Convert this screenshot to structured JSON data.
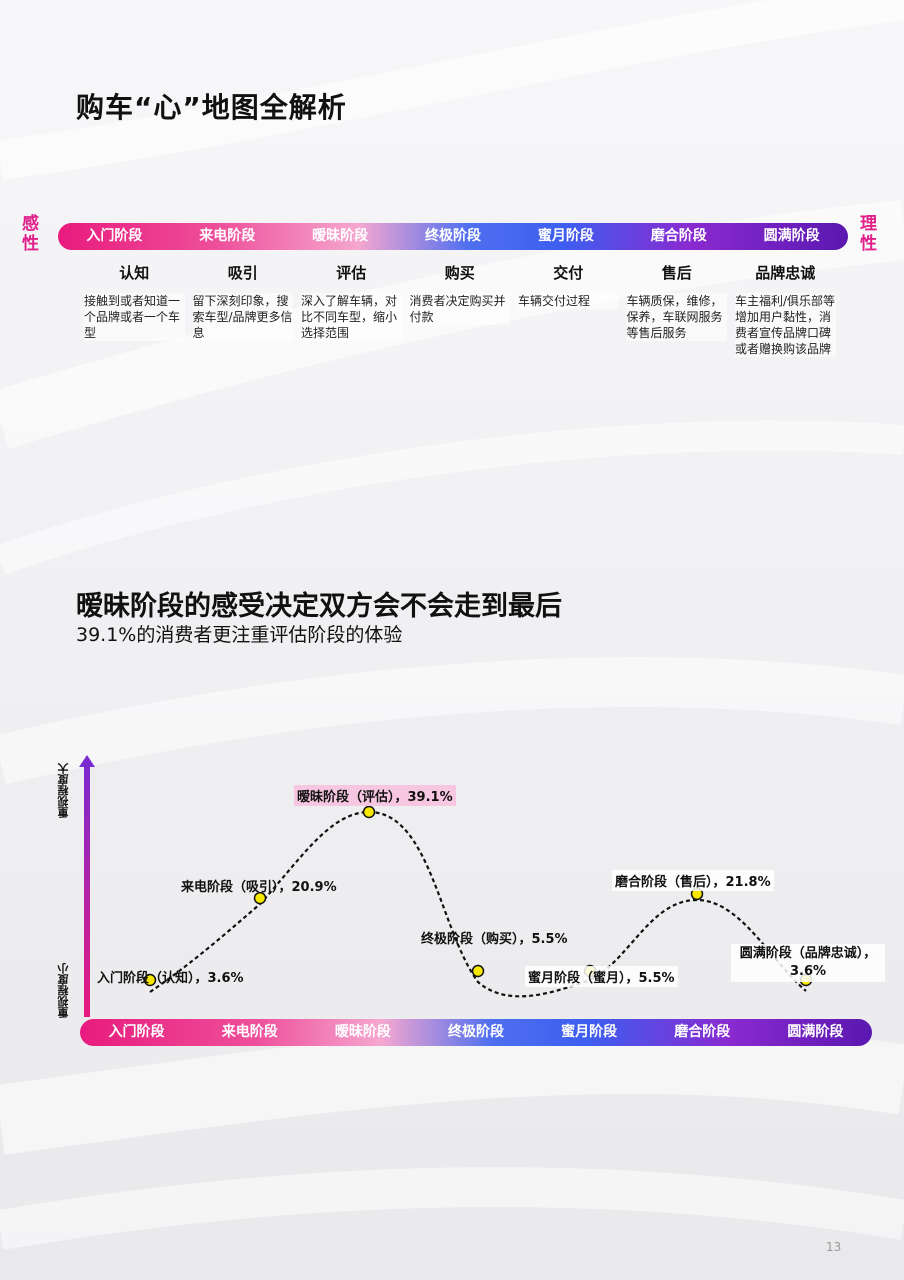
{
  "page_title": "购车“心”地图全解析",
  "side_left": "感性",
  "side_right": "理性",
  "stages": [
    "入门阶段",
    "来电阶段",
    "暧昧阶段",
    "终极阶段",
    "蜜月阶段",
    "磨合阶段",
    "圆满阶段"
  ],
  "columns": [
    {
      "head": "认知",
      "desc": "接触到或者知道一个品牌或者一个车型"
    },
    {
      "head": "吸引",
      "desc": "留下深刻印象，搜索车型/品牌更多信息"
    },
    {
      "head": "评估",
      "desc": "深入了解车辆，对比不同车型，缩小选择范围"
    },
    {
      "head": "购买",
      "desc": "消费者决定购买并付款"
    },
    {
      "head": "交付",
      "desc": "车辆交付过程"
    },
    {
      "head": "售后",
      "desc": "车辆质保，维修，保养，车联网服务等售后服务"
    },
    {
      "head": "品牌忠诚",
      "desc": "车主福利/俱乐部等增加用户黏性，消费者宣传品牌口碑或者赠换购该品牌"
    }
  ],
  "section2_title": "暧昧阶段的感受决定双方会不会走到最后",
  "section2_subtitle": "39.1%的消费者更注重评估阶段的体验",
  "y_top_label": "重视程度大",
  "y_bottom_label": "重视程度小",
  "point_labels": [
    "入门阶段（认知），3.6%",
    "来电阶段（吸引），20.9%",
    "暧昧阶段（评估），39.1%",
    "终极阶段（购买），5.5%",
    "蜜月阶段（蜜月），5.5%",
    "磨合阶段（售后），21.8%",
    "圆满阶段（品牌忠诚），3.6%"
  ],
  "point_values_pct": [
    3.6,
    20.9,
    39.1,
    5.5,
    5.5,
    21.8,
    3.6
  ],
  "page_number": "13"
}
